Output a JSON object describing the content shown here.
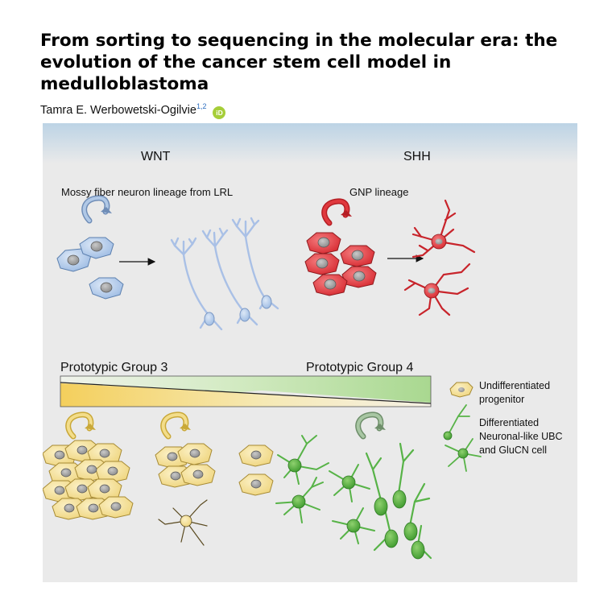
{
  "paper": {
    "title": "From sorting to sequencing in the molecular era: the evolution of the cancer stem cell model in medulloblastoma",
    "author": "Tamra E. Werbowetski-Ogilvie",
    "author_affil": "1,2",
    "orcid_label": "iD"
  },
  "figure": {
    "wnt": {
      "heading": "WNT",
      "lineage": "Mossy fiber neuron lineage from LRL"
    },
    "shh": {
      "heading": "SHH",
      "lineage": "GNP lineage"
    },
    "gradient": {
      "left_label": "Prototypic Group 3",
      "right_label": "Prototypic Group 4"
    },
    "legend": {
      "progenitor": "Undifferentiated progenitor",
      "differentiated": "Differentiated Neuronal-like UBC and GluCN cell"
    },
    "colors": {
      "wnt_cell": "#a9c4e8",
      "shh_cell": "#e0393e",
      "group3_cell": "#f3dd8a",
      "group4_cell": "#57b347",
      "background": "#eaeaea"
    }
  }
}
